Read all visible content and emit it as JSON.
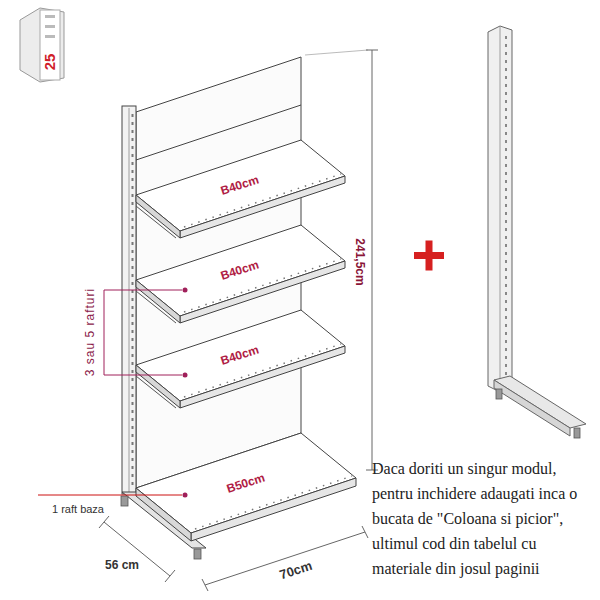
{
  "diagram": {
    "labels": [
      "25",
      "B40cm",
      "B40cm",
      "B40cm",
      "B50cm",
      "241,5cm",
      "3 sau 5 rafturi",
      "1 raft baza",
      "56 cm",
      "70cm",
      "Daca doriti un singur modul, pentru inchidere adaugati inca o bucata de \"Coloana si picior\", ultimul cod din tabelul cu materiale din josul paginii"
    ]
  }
}
